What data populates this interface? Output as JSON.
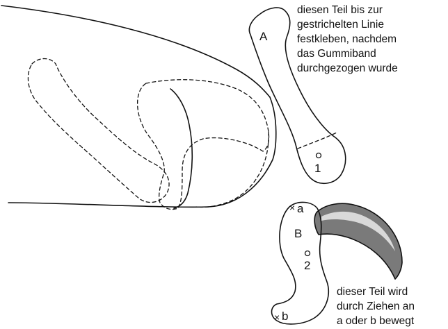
{
  "labels": {
    "part_a": "A",
    "part_b": "B",
    "point_1": "1",
    "point_2": "2",
    "point_a": "a",
    "point_b": "b",
    "x_mark_a": "×",
    "x_mark_b": "×"
  },
  "notes": {
    "top_right": [
      "diesen Teil bis zur",
      "gestrichelten Linie",
      "festkleben, nachdem",
      "das Gummiband",
      "durchgezogen wurde"
    ],
    "bottom_right": [
      "dieser Teil wird",
      "durch Ziehen an",
      "a oder b bewegt"
    ]
  },
  "colors": {
    "ink": "#111111",
    "claw_fill": "#7a7a7a",
    "claw_highlight": "#d9d9d9"
  }
}
